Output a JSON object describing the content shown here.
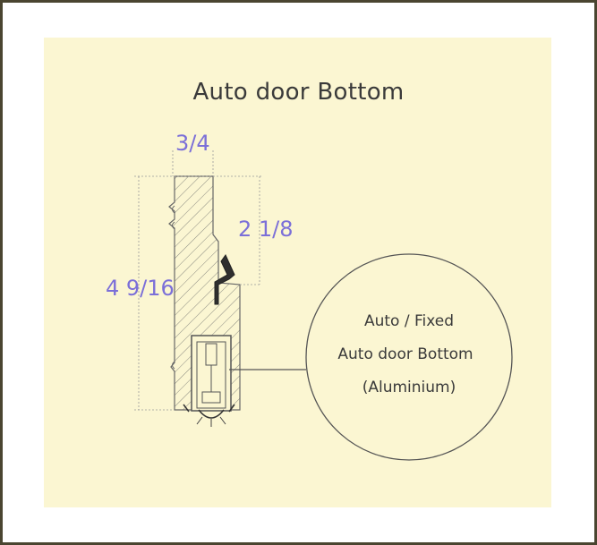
{
  "title": "Auto door Bottom",
  "dimensions": {
    "width": "3/4",
    "seal_depth": "2 1/8",
    "height": "4 9/16"
  },
  "label": {
    "line1": "Auto / Fixed",
    "line2": "Auto door Bottom",
    "line3": "(Aluminium)"
  },
  "colors": {
    "frame": "#4a4530",
    "background": "#fbf6d2",
    "dimension_text": "#7b6fd8",
    "line": "#555555"
  }
}
